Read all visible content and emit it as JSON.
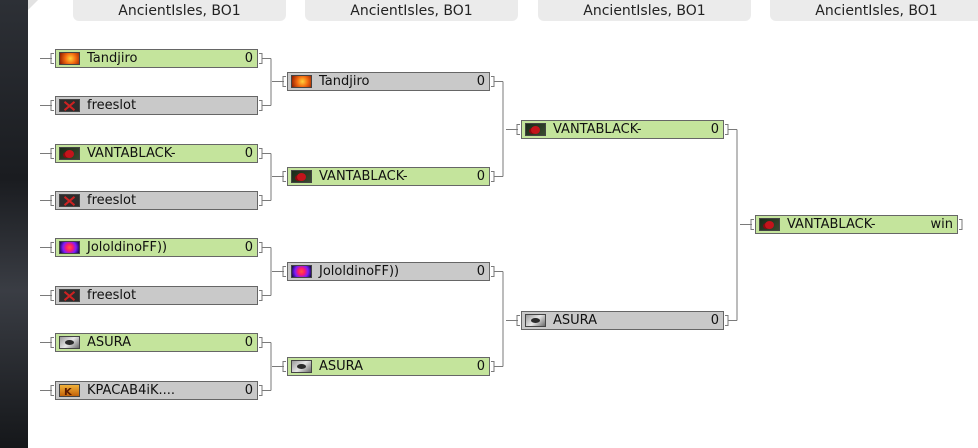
{
  "rounds": [
    {
      "label": "AncientIsles, BO1"
    },
    {
      "label": "AncientIsles, BO1"
    },
    {
      "label": "AncientIsles, BO1"
    },
    {
      "label": "AncientIsles, BO1"
    }
  ],
  "bracket": {
    "round1": [
      {
        "name": "Tandjiro",
        "score": "0",
        "icon": "fire-icon",
        "status": "winner"
      },
      {
        "name": "freeslot",
        "score": "",
        "icon": "freeslot-icon",
        "status": "loser"
      },
      {
        "name": "VANTABLACK-",
        "score": "0",
        "icon": "rose-icon",
        "status": "winner"
      },
      {
        "name": "freeslot",
        "score": "",
        "icon": "freeslot-icon",
        "status": "loser"
      },
      {
        "name": "JololdinoFF))",
        "score": "0",
        "icon": "orb-icon",
        "status": "winner"
      },
      {
        "name": "freeslot",
        "score": "",
        "icon": "freeslot-icon",
        "status": "loser"
      },
      {
        "name": "ASURA",
        "score": "0",
        "icon": "asura-icon",
        "status": "winner"
      },
      {
        "name": "KPACAB4iK....",
        "score": "0",
        "icon": "kpac-icon",
        "status": "loser"
      }
    ],
    "round2": [
      {
        "name": "Tandjiro",
        "score": "0",
        "icon": "fire-icon",
        "status": "loser"
      },
      {
        "name": "VANTABLACK-",
        "score": "0",
        "icon": "rose-icon",
        "status": "winner"
      },
      {
        "name": "JololdinoFF))",
        "score": "0",
        "icon": "orb-icon",
        "status": "loser"
      },
      {
        "name": "ASURA",
        "score": "0",
        "icon": "asura-icon",
        "status": "winner"
      }
    ],
    "round3": [
      {
        "name": "VANTABLACK-",
        "score": "0",
        "icon": "rose-icon",
        "status": "winner"
      },
      {
        "name": "ASURA",
        "score": "0",
        "icon": "asura-icon",
        "status": "loser"
      }
    ],
    "final": [
      {
        "name": "VANTABLACK-",
        "score": "win",
        "icon": "rose-icon",
        "status": "winner"
      }
    ]
  },
  "colors": {
    "winner_bg": "#c4e49c",
    "loser_bg": "#c9c9c9",
    "line": "#7a7a7a",
    "header_bg": "#ebebeb"
  }
}
